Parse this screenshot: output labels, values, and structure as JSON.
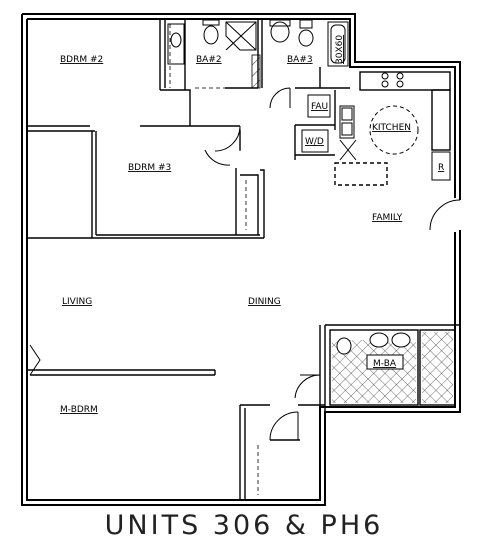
{
  "rooms": {
    "bdrm2": "BDRM #2",
    "ba2": "BA#2",
    "ba3": "BA#3",
    "tub": "30X60",
    "fau": "FAU",
    "wd": "W/D",
    "kitchen": "KITCHEN",
    "bdrm3": "BDRM #3",
    "family": "FAMILY",
    "fridge": "R",
    "living": "LIVING",
    "dining": "DINING",
    "mba": "M-BA",
    "mbdrm": "M-BDRM"
  },
  "caption": "UNITS 306 & PH6"
}
